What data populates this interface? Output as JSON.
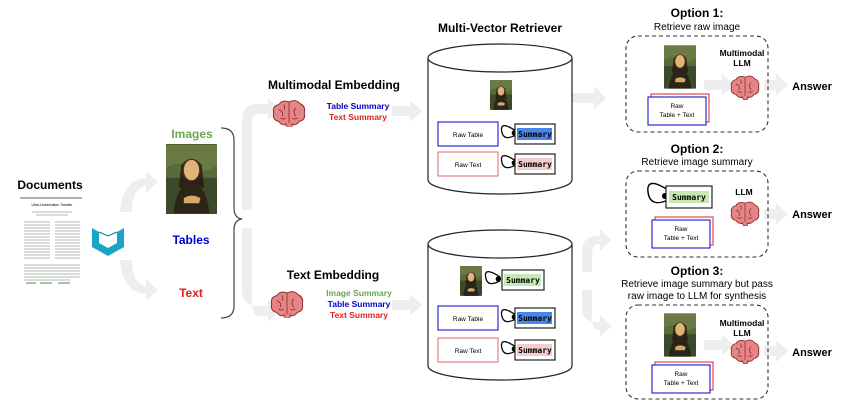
{
  "documents": {
    "title": "Documents",
    "doc_heading": "Ultra-Linearization Transfer"
  },
  "partition": {
    "images_label": "Images",
    "tables_label": "Tables",
    "text_label": "Text"
  },
  "multimodal_embedding": {
    "title": "Multimodal Embedding",
    "labels": [
      "Table Summary",
      "Text Summary"
    ]
  },
  "text_embedding": {
    "title": "Text Embedding",
    "labels": [
      "Image Summary",
      "Table Summary",
      "Text Summary"
    ]
  },
  "retriever": {
    "title": "Multi-Vector Retriever",
    "raw_table": "Raw Table",
    "raw_text": "Raw Text",
    "summary": "Summary"
  },
  "options": [
    {
      "title": "Option 1:",
      "subtitle": "Retrieve raw image",
      "model": "Multimodal LLM",
      "card_line1": "Raw",
      "card_line2": "Table + Text",
      "answer": "Answer"
    },
    {
      "title": "Option 2:",
      "subtitle": "Retrieve image summary",
      "model": "LLM",
      "summary": "Summary",
      "card_line1": "Raw",
      "card_line2": "Table + Text",
      "answer": "Answer"
    },
    {
      "title": "Option 3:",
      "subtitle_line1": "Retrieve image summary but pass",
      "subtitle_line2": "raw image to LLM for synthesis",
      "model": "Multimodal LLM",
      "card_line1": "Raw",
      "card_line2": "Table + Text",
      "answer": "Answer"
    }
  ],
  "colors": {
    "images": "#6aa84f",
    "tables": "#0000cc",
    "text": "#e02020",
    "summary_fill_blue": "#4a86e8",
    "summary_fill_red": "#f4cccc",
    "summary_fill_green": "#c6e8b4",
    "arrow": "#eeeeee",
    "brain": "#e58585"
  }
}
